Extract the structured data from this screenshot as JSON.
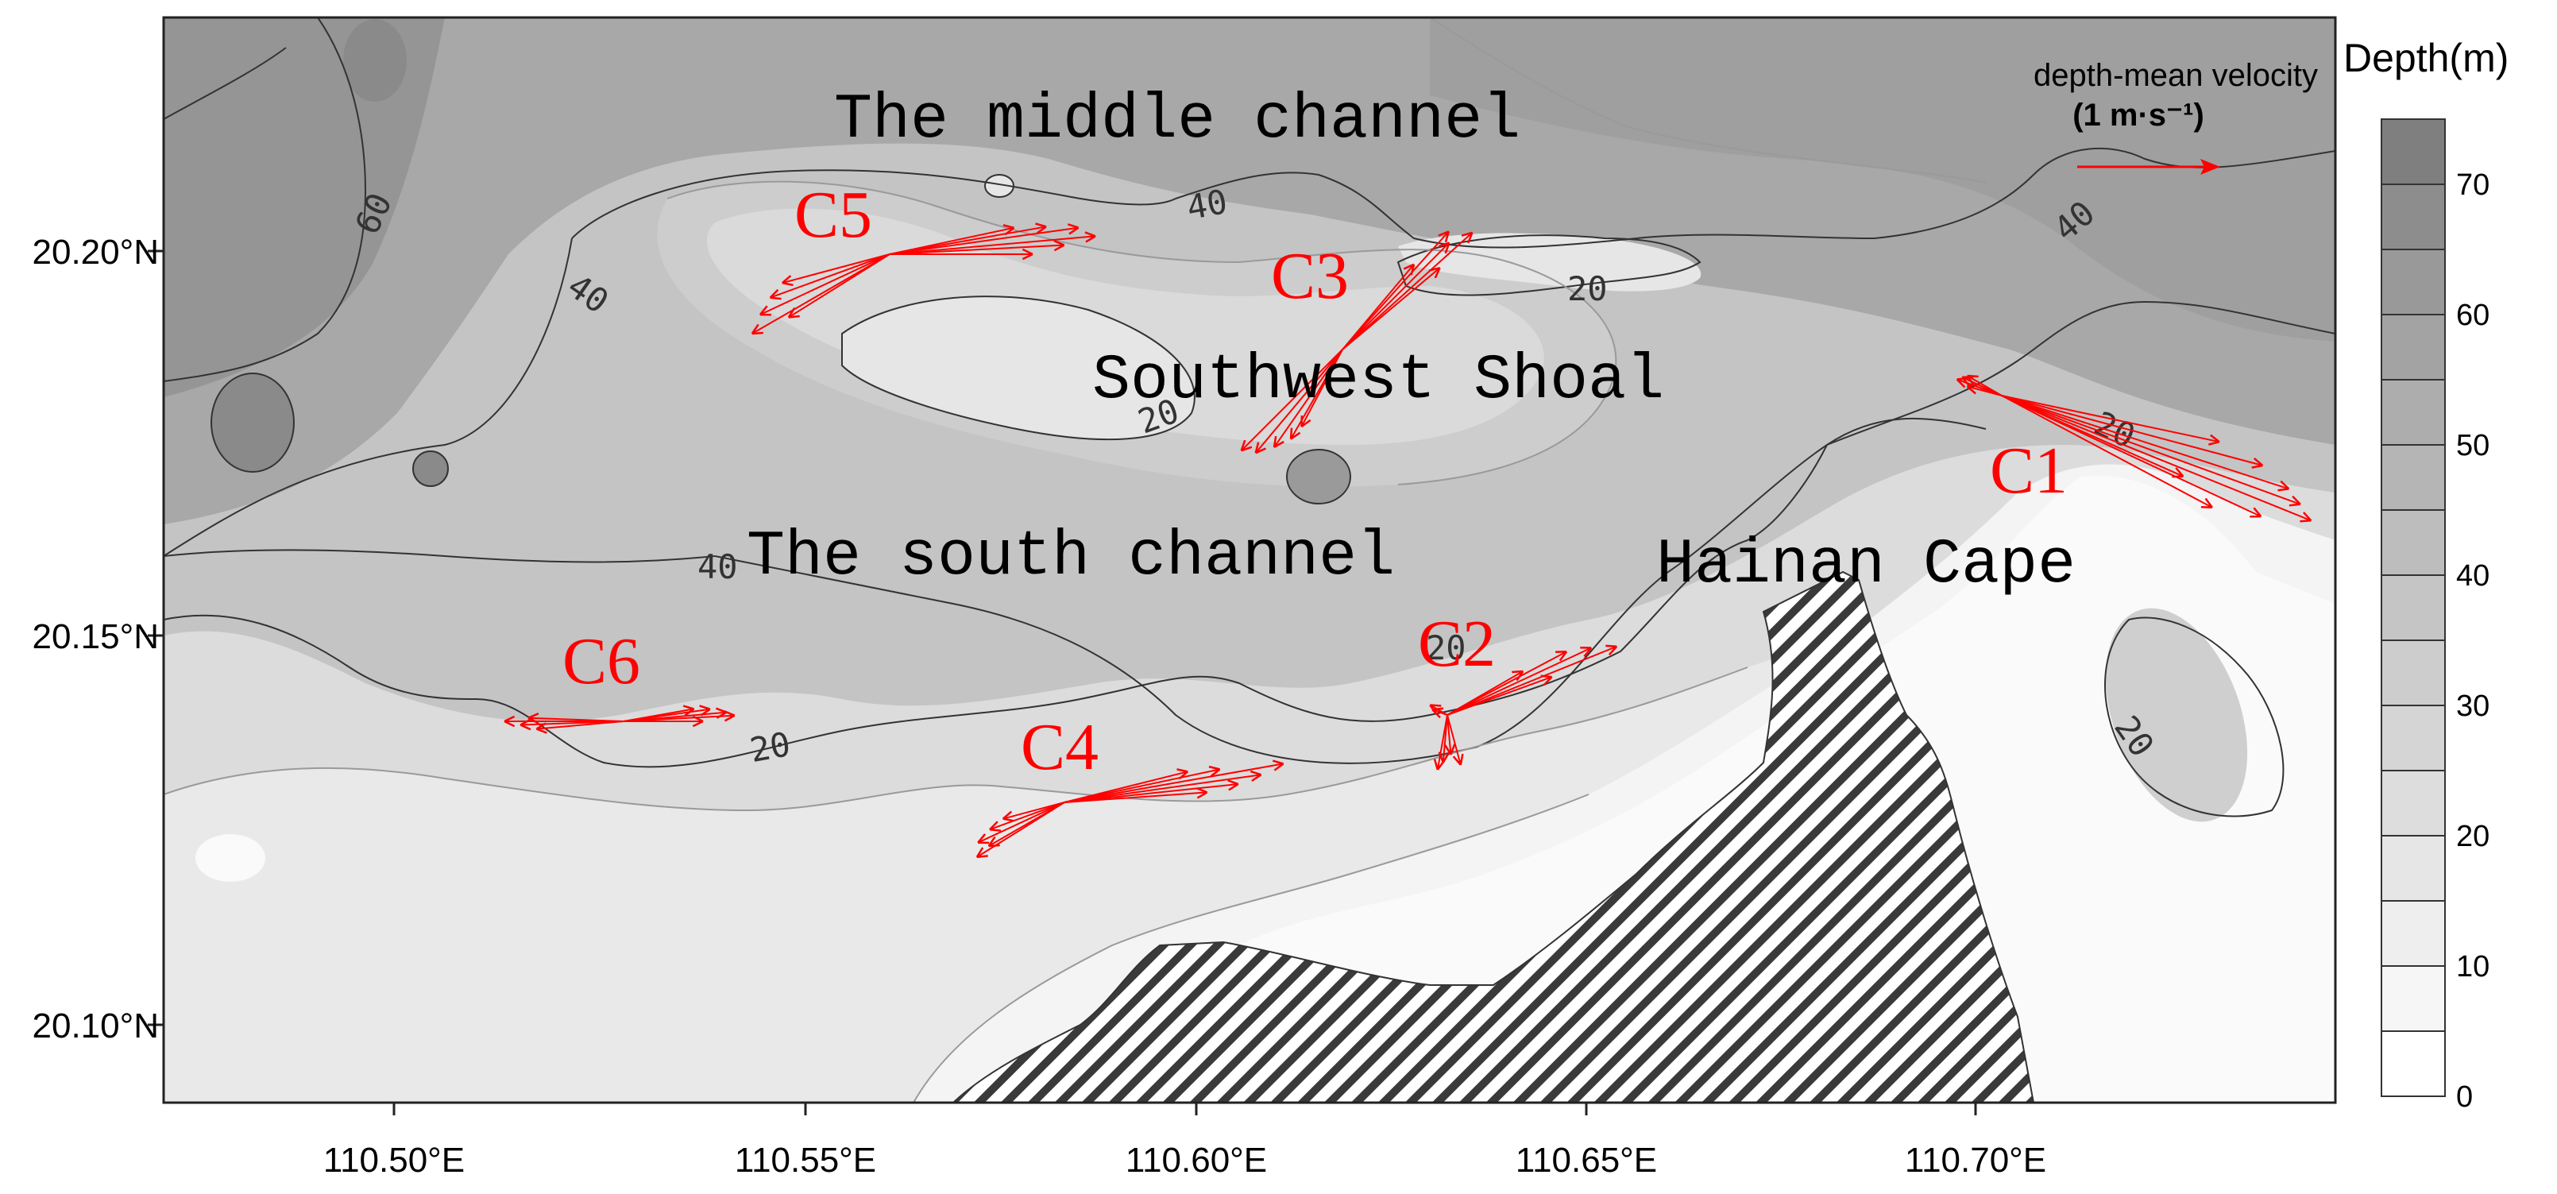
{
  "map": {
    "x_ticks": [
      "110.50°E",
      "110.55°E",
      "110.60°E",
      "110.65°E",
      "110.70°E"
    ],
    "y_ticks": [
      "20.20°N",
      "20.15°N",
      "20.10°N"
    ],
    "contour_labels": [
      "60",
      "40",
      "40",
      "40",
      "40",
      "20",
      "20",
      "20",
      "20",
      "20",
      "20"
    ],
    "regions": [
      {
        "id": "middle",
        "label": "The middle channel"
      },
      {
        "id": "shoal",
        "label": "Southwest Shoal"
      },
      {
        "id": "south",
        "label": "The south channel"
      },
      {
        "id": "cape",
        "label": "Hainan Cape"
      }
    ],
    "stations": [
      {
        "id": "C1",
        "label": "C1",
        "color": "#ff0000"
      },
      {
        "id": "C2",
        "label": "C2",
        "color": "#ff0000"
      },
      {
        "id": "C3",
        "label": "C3",
        "color": "#ff0000"
      },
      {
        "id": "C4",
        "label": "C4",
        "color": "#ff0000"
      },
      {
        "id": "C5",
        "label": "C5",
        "color": "#ff0000"
      },
      {
        "id": "C6",
        "label": "C6",
        "color": "#ff0000"
      }
    ],
    "vector_color": "#ff0000",
    "land_pattern": "diagonal-hatch"
  },
  "legend": {
    "title": "depth-mean velocity",
    "unit": "(1 m·s⁻¹)"
  },
  "colorbar": {
    "title": "Depth(m)",
    "ticks": [
      "70",
      "60",
      "50",
      "40",
      "30",
      "20",
      "10",
      "0"
    ]
  }
}
